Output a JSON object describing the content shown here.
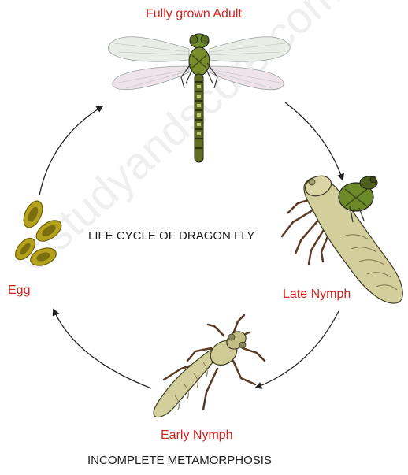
{
  "title": "LIFE CYCLE OF DRAGON FLY",
  "footer": "INCOMPLETE METAMORPHOSIS",
  "watermark": "©studyandscore.com",
  "stages": {
    "adult": "Fully grown Adult",
    "late_nymph": "Late Nymph",
    "early_nymph": "Early Nymph",
    "egg": "Egg"
  },
  "colors": {
    "stage_label": "#d6231e",
    "text": "#1d1d1d",
    "arrow": "#222222",
    "nymph_body": "#d3cf9c",
    "adult_body": "#7b8c2b",
    "egg_fill": "#b4a21c"
  }
}
